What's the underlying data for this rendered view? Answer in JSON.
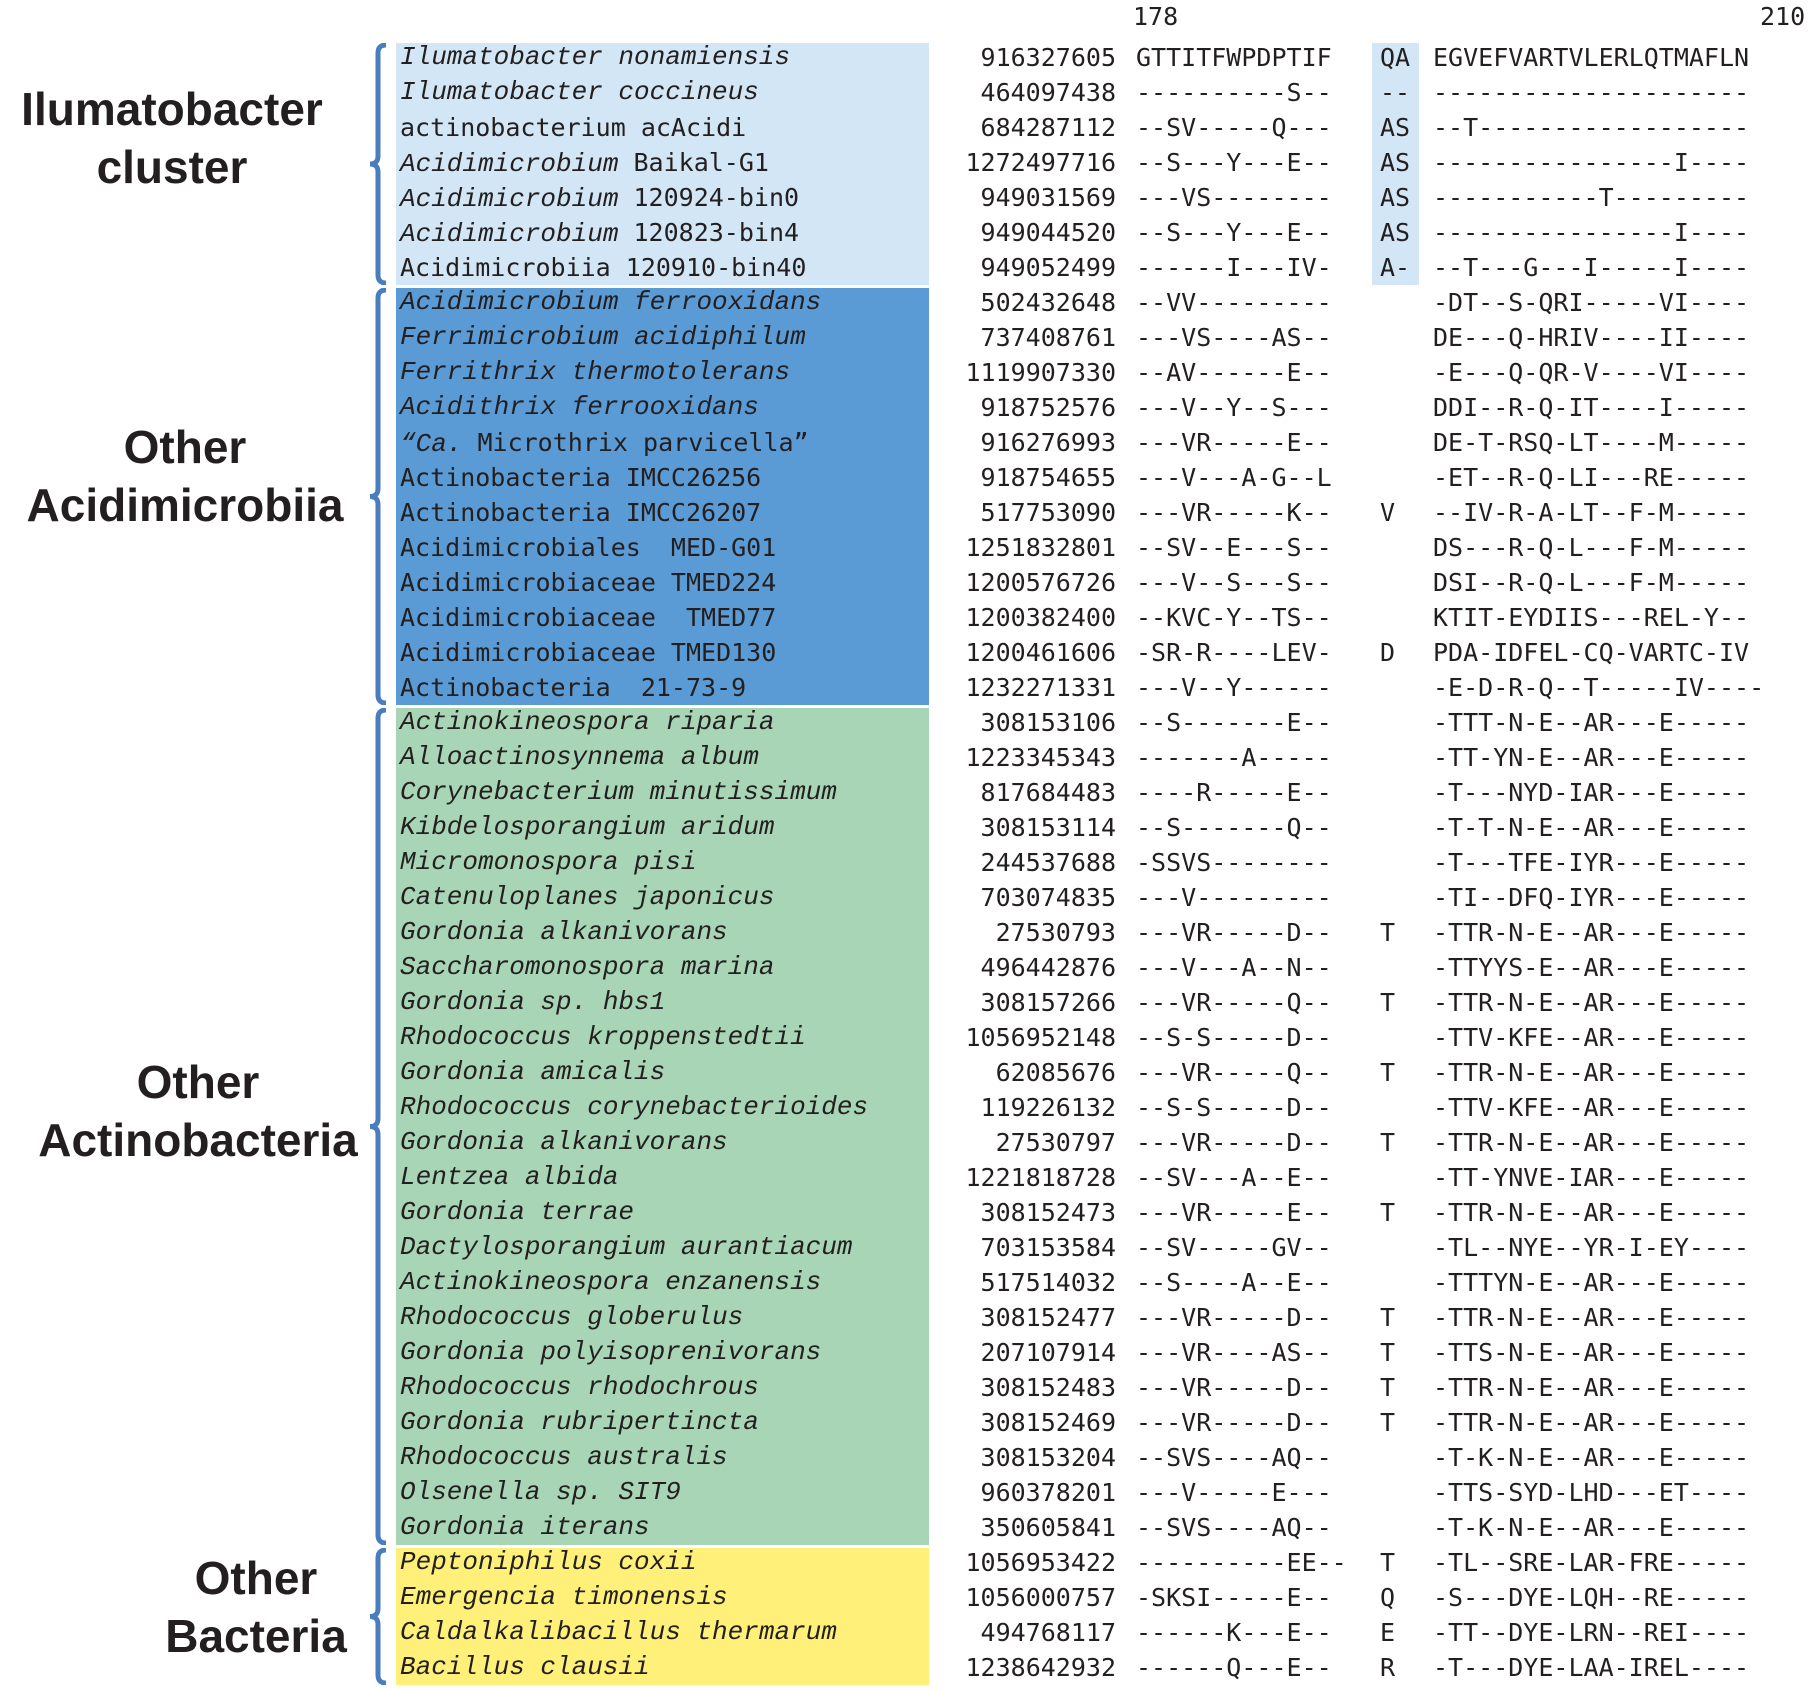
{
  "positions": {
    "start": "178",
    "end": "210"
  },
  "colors": {
    "ilumatobacter": "#d2e6f5",
    "acidimicrobiia": "#5b9bd5",
    "actinobacteria": "#a8d5b5",
    "other_bacteria": "#fff07a",
    "bracket": "#4a7dbd"
  },
  "groups": [
    {
      "label": [
        "Ilumatobacter",
        "cluster"
      ],
      "color": "#d2e6f5",
      "rows": [
        {
          "species": "Ilumatobacter nonamiensis",
          "italic": true,
          "accession": "916327605",
          "seq1": "GTTITFWPDPTIF",
          "seq2": "QA",
          "seq3": "EGVEFVARTVLERLQTMAFLN"
        },
        {
          "species": "Ilumatobacter coccineus",
          "italic": true,
          "accession": "464097438",
          "seq1": "----------S--",
          "seq2": "--",
          "seq3": "---------------------"
        },
        {
          "species": "actinobacterium acAcidi",
          "italic": false,
          "accession": "684287112",
          "seq1": "--SV-----Q---",
          "seq2": "AS",
          "seq3": "--T------------------"
        },
        {
          "species": "Acidimicrobium Baikal-G1",
          "italic": "genus",
          "accession": "1272497716",
          "seq1": "--S---Y---E--",
          "seq2": "AS",
          "seq3": "----------------I----"
        },
        {
          "species": "Acidimicrobium 120924-bin0",
          "italic": "genus",
          "accession": "949031569",
          "seq1": "---VS--------",
          "seq2": "AS",
          "seq3": "-----------T---------"
        },
        {
          "species": "Acidimicrobium 120823-bin4",
          "italic": "genus",
          "accession": "949044520",
          "seq1": "--S---Y---E--",
          "seq2": "AS",
          "seq3": "----------------I----"
        },
        {
          "species": "Acidimicrobiia 120910-bin40",
          "italic": false,
          "accession": "949052499",
          "seq1": "------I---IV-",
          "seq2": "A-",
          "seq3": "--T---G---I-----I----"
        }
      ]
    },
    {
      "label": [
        "Other",
        "Acidimicrobiia"
      ],
      "color": "#5b9bd5",
      "rows": [
        {
          "species": "Acidimicrobium ferrooxidans",
          "italic": true,
          "accession": "502432648",
          "seq1": "--VV---------",
          "seq2": "",
          "seq3": "-DT--S-QRI-----VI----"
        },
        {
          "species": "Ferrimicrobium acidiphilum",
          "italic": true,
          "accession": "737408761",
          "seq1": "---VS----AS--",
          "seq2": "",
          "seq3": "DE---Q-HRIV----II----"
        },
        {
          "species": "Ferrithrix thermotolerans",
          "italic": true,
          "accession": "1119907330",
          "seq1": "--AV------E--",
          "seq2": "",
          "seq3": "-E---Q-QR-V----VI----"
        },
        {
          "species": "Acidithrix ferrooxidans",
          "italic": true,
          "accession": "918752576",
          "seq1": "---V--Y--S---",
          "seq2": "",
          "seq3": "DDI--R-Q-IT----I-----"
        },
        {
          "species": "“Ca. Microthrix parvicella”",
          "italic": "ca",
          "accession": "916276993",
          "seq1": "---VR-----E--",
          "seq2": "",
          "seq3": "DE-T-RSQ-LT----M-----"
        },
        {
          "species": "Actinobacteria IMCC26256",
          "italic": false,
          "accession": "918754655",
          "seq1": "---V---A-G--L",
          "seq2": "",
          "seq3": "-ET--R-Q-LI---RE-----"
        },
        {
          "species": "Actinobacteria IMCC26207",
          "italic": false,
          "accession": "517753090",
          "seq1": "---VR-----K--",
          "seq2": "V",
          "seq3": "--IV-R-A-LT--F-M-----"
        },
        {
          "species": "Acidimicrobiales  MED-G01",
          "italic": false,
          "accession": "1251832801",
          "seq1": "--SV--E---S--",
          "seq2": "",
          "seq3": "DS---R-Q-L---F-M-----"
        },
        {
          "species": "Acidimicrobiaceae TMED224",
          "italic": false,
          "accession": "1200576726",
          "seq1": "---V--S---S--",
          "seq2": "",
          "seq3": "DSI--R-Q-L---F-M-----"
        },
        {
          "species": "Acidimicrobiaceae  TMED77",
          "italic": false,
          "accession": "1200382400",
          "seq1": "--KVC-Y--TS--",
          "seq2": "",
          "seq3": "KTIT-EYDIIS---REL-Y--"
        },
        {
          "species": "Acidimicrobiaceae TMED130",
          "italic": false,
          "accession": "1200461606",
          "seq1": "-SR-R----LEV-",
          "seq2": "D",
          "seq3": "PDA-IDFEL-CQ-VARTC-IV"
        },
        {
          "species": "Actinobacteria  21-73-9",
          "italic": false,
          "accession": "1232271331",
          "seq1": "---V--Y------",
          "seq2": "",
          "seq3": "-E-D-R-Q--T-----IV----"
        }
      ]
    },
    {
      "label": [
        "Other",
        "Actinobacteria"
      ],
      "color": "#a8d5b5",
      "rows": [
        {
          "species": "Actinokineospora riparia",
          "italic": true,
          "accession": "308153106",
          "seq1": "--S-------E--",
          "seq2": "",
          "seq3": "-TTT-N-E--AR---E-----"
        },
        {
          "species": "Alloactinosynnema album",
          "italic": true,
          "accession": "1223345343",
          "seq1": "-------A-----",
          "seq2": "",
          "seq3": "-TT-YN-E--AR---E-----"
        },
        {
          "species": "Corynebacterium minutissimum",
          "italic": true,
          "accession": "817684483",
          "seq1": "----R-----E--",
          "seq2": "",
          "seq3": "-T---NYD-IAR---E-----"
        },
        {
          "species": "Kibdelosporangium aridum",
          "italic": true,
          "accession": "308153114",
          "seq1": "--S-------Q--",
          "seq2": "",
          "seq3": "-T-T-N-E--AR---E-----"
        },
        {
          "species": "Micromonospora pisi",
          "italic": true,
          "accession": "244537688",
          "seq1": "-SSVS--------",
          "seq2": "",
          "seq3": "-T---TFE-IYR---E-----"
        },
        {
          "species": "Catenuloplanes japonicus",
          "italic": true,
          "accession": "703074835",
          "seq1": "---V---------",
          "seq2": "",
          "seq3": "-TI--DFQ-IYR---E-----"
        },
        {
          "species": "Gordonia alkanivorans",
          "italic": true,
          "accession": "27530793",
          "seq1": "---VR-----D--",
          "seq2": "T",
          "seq3": "-TTR-N-E--AR---E-----"
        },
        {
          "species": "Saccharomonospora marina",
          "italic": true,
          "accession": "496442876",
          "seq1": "---V---A--N--",
          "seq2": "",
          "seq3": "-TTYYS-E--AR---E-----"
        },
        {
          "species": "Gordonia sp. hbs1",
          "italic": true,
          "accession": "308157266",
          "seq1": "---VR-----Q--",
          "seq2": "T",
          "seq3": "-TTR-N-E--AR---E-----"
        },
        {
          "species": "Rhodococcus kroppenstedtii",
          "italic": true,
          "accession": "1056952148",
          "seq1": "--S-S-----D--",
          "seq2": "",
          "seq3": "-TTV-KFE--AR---E-----"
        },
        {
          "species": "Gordonia amicalis",
          "italic": true,
          "accession": "62085676",
          "seq1": "---VR-----Q--",
          "seq2": "T",
          "seq3": "-TTR-N-E--AR---E-----"
        },
        {
          "species": "Rhodococcus corynebacterioides",
          "italic": true,
          "accession": "119226132",
          "seq1": "--S-S-----D--",
          "seq2": "",
          "seq3": "-TTV-KFE--AR---E-----"
        },
        {
          "species": "Gordonia alkanivorans",
          "italic": true,
          "accession": "27530797",
          "seq1": "---VR-----D--",
          "seq2": "T",
          "seq3": "-TTR-N-E--AR---E-----"
        },
        {
          "species": "Lentzea albida",
          "italic": true,
          "accession": "1221818728",
          "seq1": "--SV---A--E--",
          "seq2": "",
          "seq3": "-TT-YNVE-IAR---E-----"
        },
        {
          "species": "Gordonia terrae",
          "italic": true,
          "accession": "308152473",
          "seq1": "---VR-----E--",
          "seq2": "T",
          "seq3": "-TTR-N-E--AR---E-----"
        },
        {
          "species": "Dactylosporangium aurantiacum",
          "italic": true,
          "accession": "703153584",
          "seq1": "--SV-----GV--",
          "seq2": "",
          "seq3": "-TL--NYE--YR-I-EY----"
        },
        {
          "species": "Actinokineospora enzanensis",
          "italic": true,
          "accession": "517514032",
          "seq1": "--S----A--E--",
          "seq2": "",
          "seq3": "-TTTYN-E--AR---E-----"
        },
        {
          "species": "Rhodococcus globerulus",
          "italic": true,
          "accession": "308152477",
          "seq1": "---VR-----D--",
          "seq2": "T",
          "seq3": "-TTR-N-E--AR---E-----"
        },
        {
          "species": "Gordonia polyisoprenivorans",
          "italic": true,
          "accession": "207107914",
          "seq1": "---VR----AS--",
          "seq2": "T",
          "seq3": "-TTS-N-E--AR---E-----"
        },
        {
          "species": "Rhodococcus rhodochrous",
          "italic": true,
          "accession": "308152483",
          "seq1": "---VR-----D--",
          "seq2": "T",
          "seq3": "-TTR-N-E--AR---E-----"
        },
        {
          "species": "Gordonia rubripertincta",
          "italic": true,
          "accession": "308152469",
          "seq1": "---VR-----D--",
          "seq2": "T",
          "seq3": "-TTR-N-E--AR---E-----"
        },
        {
          "species": "Rhodococcus australis",
          "italic": true,
          "accession": "308153204",
          "seq1": "--SVS----AQ--",
          "seq2": "",
          "seq3": "-T-K-N-E--AR---E-----"
        },
        {
          "species": "Olsenella sp. SIT9",
          "italic": true,
          "accession": "960378201",
          "seq1": "---V-----E---",
          "seq2": "",
          "seq3": "-TTS-SYD-LHD---ET----"
        },
        {
          "species": "Gordonia iterans",
          "italic": true,
          "accession": "350605841",
          "seq1": "--SVS----AQ--",
          "seq2": "",
          "seq3": "-T-K-N-E--AR---E-----"
        }
      ]
    },
    {
      "label": [
        "Other",
        "Bacteria"
      ],
      "color": "#fff07a",
      "rows": [
        {
          "species": "Peptoniphilus coxii",
          "italic": true,
          "accession": "1056953422",
          "seq1": "----------EE--",
          "seq2": "T",
          "seq3": "-TL--SRE-LAR-FRE-----"
        },
        {
          "species": "Emergencia timonensis",
          "italic": true,
          "accession": "1056000757",
          "seq1": "-SKSI-----E--",
          "seq2": "Q",
          "seq3": "-S---DYE-LQH--RE-----"
        },
        {
          "species": "Caldalkalibacillus thermarum",
          "italic": true,
          "accession": "494768117",
          "seq1": "------K---E--",
          "seq2": "E",
          "seq3": "-TT--DYE-LRN--REI----"
        },
        {
          "species": "Bacillus clausii",
          "italic": true,
          "accession": "1238642932",
          "seq1": "------Q---E--",
          "seq2": "R",
          "seq3": "-T---DYE-LAA-IREL----"
        }
      ]
    }
  ]
}
